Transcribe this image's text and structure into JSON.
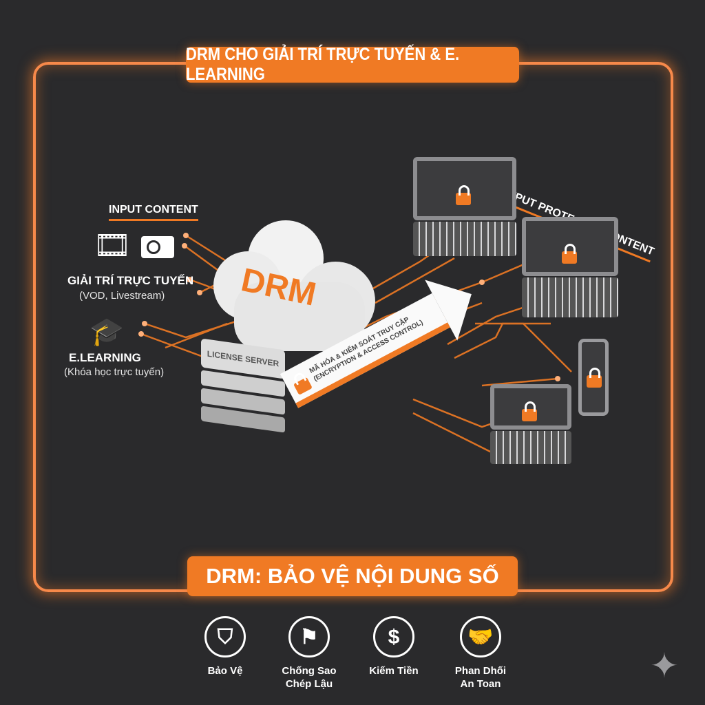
{
  "title": "DRM CHO GIẢI TRÍ TRỰC TUYẾN & E. LEARNING",
  "input": {
    "heading": "INPUT CONTENT",
    "entertainment": {
      "label": "GIẢI TRÍ TRỰC TUYẾN",
      "sub": "(VOD, Livestream)"
    },
    "elearning": {
      "label": "E.LEARNING",
      "sub": "(Khóa học trực tuyến)"
    }
  },
  "cloud_label": "DRM",
  "server_label": "LICENSE SERVER",
  "arrow": {
    "line1": "MÃ HÓA & KIỂM SOÁT TRUY CẬP",
    "line2": "(ENCRYPTION & ACCESS CONTROL)"
  },
  "output_heading": "OUTPUT PROTECTED CONTENT",
  "bottom_title": "DRM: BẢO VỆ NỘI DUNG SỐ",
  "features": [
    {
      "label": "Bảo Vệ",
      "icon": "shield-icon"
    },
    {
      "label": "Chống Sao Chép Lậu",
      "icon": "flag-icon"
    },
    {
      "label": "Kiếm Tiền",
      "icon": "dollar-icon"
    },
    {
      "label": "Phan Dhối An Toan",
      "icon": "handshake-icon"
    }
  ],
  "colors": {
    "accent": "#f07a24",
    "background": "#2a2a2c"
  }
}
